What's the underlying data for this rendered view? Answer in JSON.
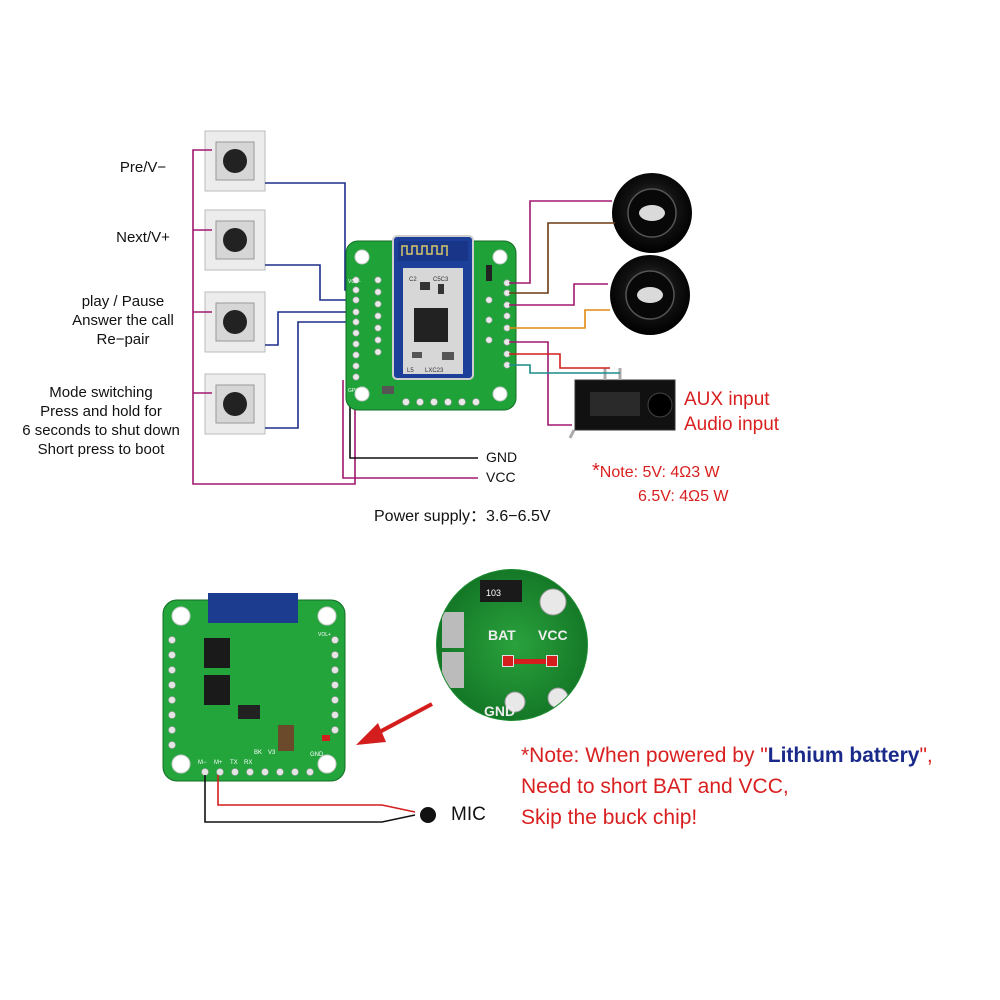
{
  "buttons": [
    {
      "label_lines": [
        "Pre/V−"
      ]
    },
    {
      "label_lines": [
        "Next/V+"
      ]
    },
    {
      "label_lines": [
        "play / Pause",
        "Answer the call",
        "Re−pair"
      ]
    },
    {
      "label_lines": [
        "Mode switching",
        "Press and hold for",
        "6 seconds to shut down",
        "Short press to boot"
      ]
    }
  ],
  "power_wires": {
    "gnd_label": "GND",
    "vcc_label": "VCC"
  },
  "power_supply": "Power supply：3.6−6.5V",
  "aux": {
    "line1": "AUX input",
    "line2": "Audio input"
  },
  "speaker_note": {
    "star": "*",
    "line1": "Note: 5V: 4Ω3 W",
    "line2": "6.5V: 4Ω5 W"
  },
  "board_chip_text": {
    "c2": "C2",
    "c5c3": "C5C3",
    "lxc23": "LXC23",
    "l5": "L5"
  },
  "board_pin_labels": {
    "vol_minus": "VOL−",
    "vol_plus": "VOL+",
    "gpio": "GPIO"
  },
  "back_board_labels": {
    "mic_minus": "M−",
    "mic_plus": "M+",
    "tx": "TX",
    "rx": "RX",
    "bk": "BK",
    "v3": "V3",
    "gnd": "GND"
  },
  "zoom": {
    "bat": "BAT",
    "vcc": "VCC",
    "gnd": "GND",
    "code": "103"
  },
  "mic_label": "MIC",
  "lithium_note": {
    "prefix": "*Note: When powered by \"",
    "highlight": "Lithium battery",
    "suffix": "\",",
    "line2": "Need to short BAT and VCC,",
    "line3": "Skip the buck chip!"
  },
  "colors": {
    "wire_magenta": "#a0186e",
    "wire_navy": "#1d2f8c",
    "wire_brown": "#6b3a14",
    "wire_orange": "#e08a12",
    "wire_red": "#d41d1d",
    "wire_teal": "#1b8c8c",
    "pcb_green": "#1fa339",
    "note_red": "#d91f1f",
    "note_blue": "#1a2a8a"
  }
}
